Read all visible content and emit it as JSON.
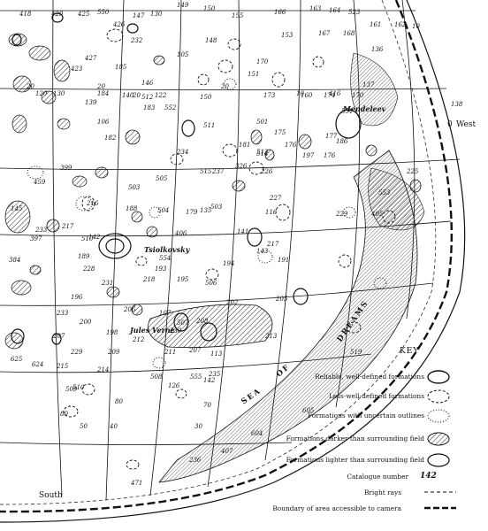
{
  "map": {
    "edge_labels": {
      "west": "West",
      "south": "South",
      "zero": "0"
    },
    "numbers": [
      {
        "t": "418",
        "big": false
      },
      {
        "t": "420",
        "big": false
      },
      {
        "t": "425",
        "big": false
      },
      {
        "t": "550",
        "big": false
      },
      {
        "t": "426",
        "big": false
      },
      {
        "t": "147",
        "big": false
      },
      {
        "t": "130",
        "big": false
      },
      {
        "t": "149",
        "big": false
      },
      {
        "t": "150",
        "big": false
      },
      {
        "t": "155",
        "big": false
      },
      {
        "t": "166",
        "big": false
      },
      {
        "t": "163",
        "big": false
      },
      {
        "t": "164",
        "big": false
      },
      {
        "t": "523",
        "big": false
      },
      {
        "t": "161",
        "big": false
      },
      {
        "t": "162",
        "big": false
      },
      {
        "t": "10",
        "big": false
      },
      {
        "t": "232",
        "big": false
      },
      {
        "t": "148",
        "big": false
      },
      {
        "t": "153",
        "big": false
      },
      {
        "t": "167",
        "big": false
      },
      {
        "t": "168",
        "big": false
      },
      {
        "t": "136",
        "big": false
      },
      {
        "t": "427",
        "big": false
      },
      {
        "t": "423",
        "big": false
      },
      {
        "t": "185",
        "big": false
      },
      {
        "t": "105",
        "big": false
      },
      {
        "t": "170",
        "big": false
      },
      {
        "t": "151",
        "big": false
      },
      {
        "t": "146",
        "big": false
      },
      {
        "t": "122",
        "big": false
      },
      {
        "t": "137",
        "big": false
      },
      {
        "t": "20",
        "big": false
      },
      {
        "t": "20",
        "big": false
      },
      {
        "t": "20",
        "big": false
      },
      {
        "t": "20",
        "big": false
      },
      {
        "t": "10",
        "big": false
      },
      {
        "t": "416",
        "big": false
      },
      {
        "t": "120",
        "big": false
      },
      {
        "t": "130",
        "big": false
      },
      {
        "t": "184",
        "big": false
      },
      {
        "t": "140",
        "big": false
      },
      {
        "t": "512",
        "big": false
      },
      {
        "t": "150",
        "big": false
      },
      {
        "t": "173",
        "big": false
      },
      {
        "t": "160",
        "big": false
      },
      {
        "t": "174",
        "big": false
      },
      {
        "t": "170",
        "big": false
      },
      {
        "t": "138",
        "big": false
      },
      {
        "t": "551",
        "big": false
      },
      {
        "t": "139",
        "big": false
      },
      {
        "t": "183",
        "big": false
      },
      {
        "t": "552",
        "big": false
      },
      {
        "t": "106",
        "big": false
      },
      {
        "t": "511",
        "big": false
      },
      {
        "t": "501",
        "big": false
      },
      {
        "t": "175",
        "big": false
      },
      {
        "t": "177",
        "big": false
      },
      {
        "t": "186",
        "big": false
      },
      {
        "t": "182",
        "big": false
      },
      {
        "t": "181",
        "big": false
      },
      {
        "t": "514",
        "big": false
      },
      {
        "t": "176",
        "big": false
      },
      {
        "t": "197",
        "big": false
      },
      {
        "t": "176",
        "big": false
      },
      {
        "t": "234",
        "big": false
      },
      {
        "t": "513",
        "big": false
      },
      {
        "t": "515",
        "big": false
      },
      {
        "t": "237",
        "big": false
      },
      {
        "t": "326",
        "big": false
      },
      {
        "t": "226",
        "big": false
      },
      {
        "t": "225",
        "big": false
      },
      {
        "t": "503",
        "big": false
      },
      {
        "t": "505",
        "big": false
      },
      {
        "t": "553",
        "big": false
      },
      {
        "t": "227",
        "big": false
      },
      {
        "t": "216",
        "big": false
      },
      {
        "t": "188",
        "big": false
      },
      {
        "t": "504",
        "big": false
      },
      {
        "t": "179",
        "big": false
      },
      {
        "t": "503",
        "big": false
      },
      {
        "t": "135",
        "big": false
      },
      {
        "t": "116",
        "big": false
      },
      {
        "t": "229",
        "big": false
      },
      {
        "t": "405",
        "big": false
      },
      {
        "t": "406",
        "big": false
      },
      {
        "t": "141",
        "big": false
      },
      {
        "t": "233",
        "big": false
      },
      {
        "t": "217",
        "big": false
      },
      {
        "t": "510",
        "big": false
      },
      {
        "t": "142",
        "big": false
      },
      {
        "t": "143",
        "big": false
      },
      {
        "t": "218",
        "big": false
      },
      {
        "t": "217",
        "big": false
      },
      {
        "t": "554",
        "big": false
      },
      {
        "t": "194",
        "big": false
      },
      {
        "t": "191",
        "big": false
      },
      {
        "t": "189",
        "big": false
      },
      {
        "t": "228",
        "big": false
      },
      {
        "t": "193",
        "big": false
      },
      {
        "t": "195",
        "big": false
      },
      {
        "t": "506",
        "big": false
      },
      {
        "t": "231",
        "big": false
      },
      {
        "t": "196",
        "big": false
      },
      {
        "t": "205",
        "big": false
      },
      {
        "t": "202",
        "big": false
      },
      {
        "t": "233",
        "big": false
      },
      {
        "t": "206",
        "big": false
      },
      {
        "t": "107",
        "big": false
      },
      {
        "t": "200",
        "big": false
      },
      {
        "t": "198",
        "big": false
      },
      {
        "t": "230",
        "big": false
      },
      {
        "t": "507",
        "big": false
      },
      {
        "t": "208",
        "big": false
      },
      {
        "t": "207",
        "big": false
      },
      {
        "t": "212",
        "big": false
      },
      {
        "t": "213",
        "big": false
      },
      {
        "t": "229",
        "big": false
      },
      {
        "t": "209",
        "big": false
      },
      {
        "t": "211",
        "big": false
      },
      {
        "t": "207",
        "big": false
      },
      {
        "t": "113",
        "big": false
      },
      {
        "t": "215",
        "big": false
      },
      {
        "t": "214",
        "big": false
      },
      {
        "t": "235",
        "big": false
      },
      {
        "t": "510",
        "big": false
      },
      {
        "t": "508",
        "big": false
      },
      {
        "t": "555",
        "big": false
      },
      {
        "t": "142",
        "big": false
      },
      {
        "t": "126",
        "big": false
      },
      {
        "t": "509",
        "big": false
      },
      {
        "t": "80",
        "big": false
      },
      {
        "t": "70",
        "big": false
      },
      {
        "t": "80",
        "big": false
      },
      {
        "t": "50",
        "big": false
      },
      {
        "t": "40",
        "big": false
      },
      {
        "t": "30",
        "big": false
      },
      {
        "t": "471",
        "big": false
      },
      {
        "t": "236",
        "big": false
      },
      {
        "t": "407",
        "big": false
      },
      {
        "t": "604",
        "big": false
      },
      {
        "t": "605",
        "big": false
      },
      {
        "t": "519",
        "big": false
      },
      {
        "t": "625",
        "big": false
      },
      {
        "t": "624",
        "big": false
      },
      {
        "t": "397",
        "big": false
      },
      {
        "t": "384",
        "big": false
      },
      {
        "t": "145",
        "big": false
      },
      {
        "t": "459",
        "big": false
      },
      {
        "t": "399",
        "big": false
      }
    ],
    "names": {
      "tsiolkovsky": "Tsiolkovsky",
      "jules_verne": "Jules Verne",
      "mendeleev": "Mendeleev",
      "sea": "SEA",
      "dreams": "DREAMS",
      "of": "OF"
    }
  },
  "key": {
    "title": "KEY",
    "rows": [
      {
        "label": "Reliable, well-defined formations",
        "symbol": "ellipse-solid"
      },
      {
        "label": "Less-well-defined formations",
        "symbol": "ellipse-dashed"
      },
      {
        "label": "Formations with uncertain outlines",
        "symbol": "ellipse-dotted"
      },
      {
        "label": "Formations darker than surrounding field",
        "symbol": "ellipse-hatched"
      },
      {
        "label": "Formations lighter than surrounding field",
        "symbol": "ellipse-light"
      },
      {
        "label": "Catalogue number",
        "symbol": "142"
      },
      {
        "label": "Bright rays",
        "symbol": "line-dashed-thin"
      },
      {
        "label": "Boundary of area accessible to camera",
        "symbol": "line-dashed-thick"
      }
    ]
  },
  "colors": {
    "ink": "#111111",
    "paper": "#ffffff"
  }
}
